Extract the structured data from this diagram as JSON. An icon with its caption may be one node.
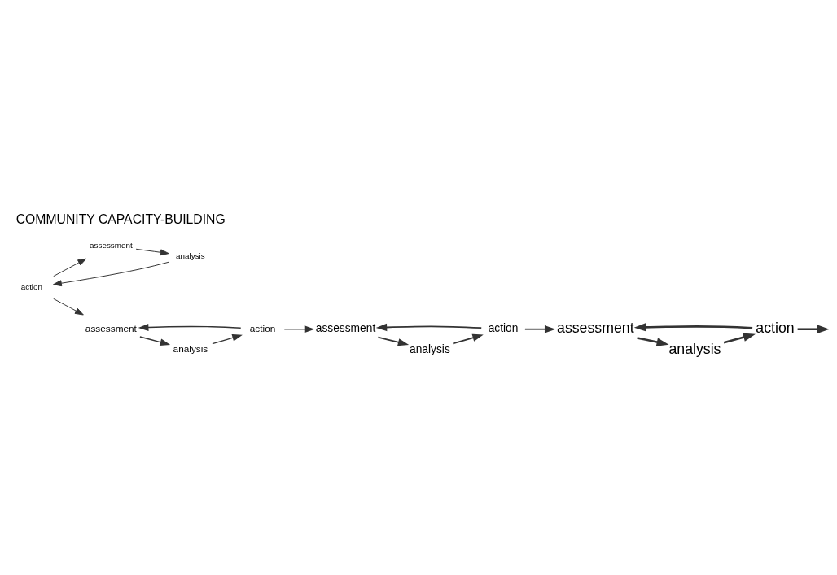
{
  "diagram": {
    "title": "COMMUNITY CAPACITY-BUILDING",
    "nodes": [
      {
        "text": [
          "action"
        ]
      },
      {
        "text": [
          "assessment"
        ]
      },
      {
        "text": [
          "analysis"
        ]
      },
      {
        "text": [
          "action"
        ]
      },
      {
        "text": [
          "assessment"
        ]
      },
      {
        "text": [
          "analysis"
        ]
      },
      {
        "text": [
          "action"
        ]
      },
      {
        "text": [
          "assessment"
        ]
      },
      {
        "text": [
          "analysis"
        ]
      },
      {
        "text": [
          "action"
        ]
      },
      {
        "text": [
          "assessment"
        ]
      },
      {
        "text": [
          "analysis"
        ]
      }
    ],
    "edges": [
      {
        "from": 0,
        "to": 1,
        "arrow": "to"
      },
      {
        "from": 1,
        "to": 2,
        "arrow": "to"
      },
      {
        "from": 2,
        "to": 0,
        "arrow": "to"
      },
      {
        "from": 0,
        "to": 4,
        "arrow": "to"
      },
      {
        "from": 3,
        "to": 4,
        "arrow": "to"
      },
      {
        "from": 4,
        "to": 5,
        "arrow": "to"
      },
      {
        "from": 5,
        "to": 3,
        "arrow": "to"
      },
      {
        "from": 3,
        "to": 7,
        "arrow": "to"
      },
      {
        "from": 6,
        "to": 7,
        "arrow": "to"
      },
      {
        "from": 7,
        "to": 8,
        "arrow": "to"
      },
      {
        "from": 8,
        "to": 6,
        "arrow": "to"
      },
      {
        "from": 6,
        "to": 10,
        "arrow": "to"
      },
      {
        "from": 9,
        "to": 10,
        "arrow": "to"
      },
      {
        "from": 10,
        "to": 11,
        "arrow": "to"
      },
      {
        "from": 11,
        "to": 9,
        "arrow": "to"
      },
      {
        "from": 9,
        "to": null,
        "arrow": "to"
      }
    ]
  }
}
